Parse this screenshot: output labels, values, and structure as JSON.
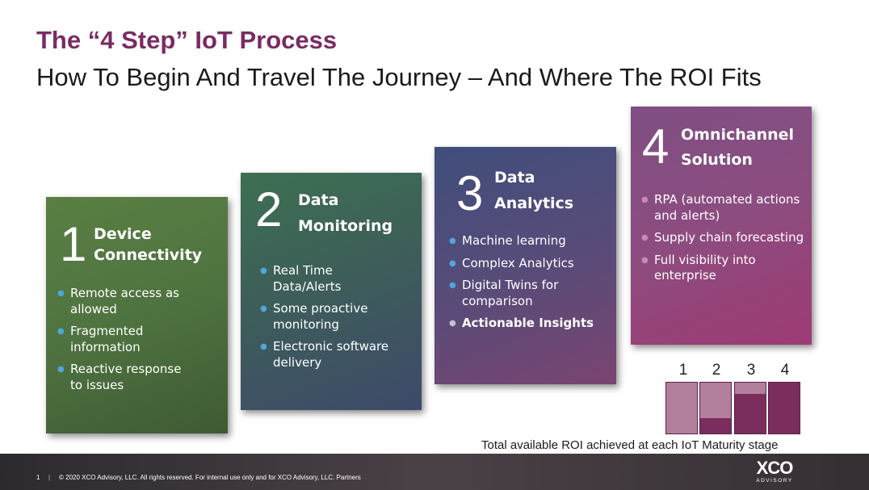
{
  "slide": {
    "title": "The “4 Step” IoT Process",
    "subtitle": "How To Begin And Travel The Journey – And Where The ROI Fits"
  },
  "steps": [
    {
      "number": "1",
      "name_line1": "Device",
      "name_line2": "Connectivity",
      "bullets": [
        {
          "line1": "Remote access as",
          "line2": "allowed"
        },
        {
          "line1": "Fragmented",
          "line2": "information"
        },
        {
          "line1": "Reactive response",
          "line2": "to issues"
        }
      ]
    },
    {
      "number": "2",
      "name_line1": "Data",
      "name_line2": "Monitoring",
      "bullets": [
        {
          "line1": "Real Time",
          "line2": "Data/Alerts"
        },
        {
          "line1": "Some proactive",
          "line2": "monitoring"
        },
        {
          "line1": "Electronic software",
          "line2": "delivery"
        }
      ]
    },
    {
      "number": "3",
      "name_line1": "Data",
      "name_line2": "Analytics",
      "bullets": [
        {
          "line1": "Machine learning",
          "line2": ""
        },
        {
          "line1": "Complex Analytics",
          "line2": ""
        },
        {
          "line1": "Digital Twins for",
          "line2": "comparison"
        },
        {
          "line1": "Actionable Insights",
          "line2": ""
        }
      ]
    },
    {
      "number": "4",
      "name_line1": "Omnichannel",
      "name_line2": "Solution",
      "bullets": [
        {
          "line1": "RPA (automated actions",
          "line2": "and alerts)"
        },
        {
          "line1": "Supply chain forecasting",
          "line2": ""
        },
        {
          "line1": "Full visibility into",
          "line2": "enterprise"
        }
      ]
    }
  ],
  "roi": {
    "labels": [
      "1",
      "2",
      "3",
      "4"
    ],
    "achieved_fraction": [
      0.0,
      0.3,
      0.78,
      1.0
    ],
    "available_fraction": [
      1.0,
      1.0,
      1.0,
      1.0
    ],
    "colors": {
      "achieved": "#7b2d5e",
      "available": "#b27f9c"
    },
    "caption": "Total available ROI achieved at each IoT Maturity stage"
  },
  "footer": {
    "page_number": "1",
    "separator": "|",
    "copyright": "© 2020 XCO Advisory, LLC. All rights reserved. For internal use only and for XCO Advisory, LLC. Partners",
    "logo_mark": "XCO",
    "logo_word": "ADVISORY"
  }
}
